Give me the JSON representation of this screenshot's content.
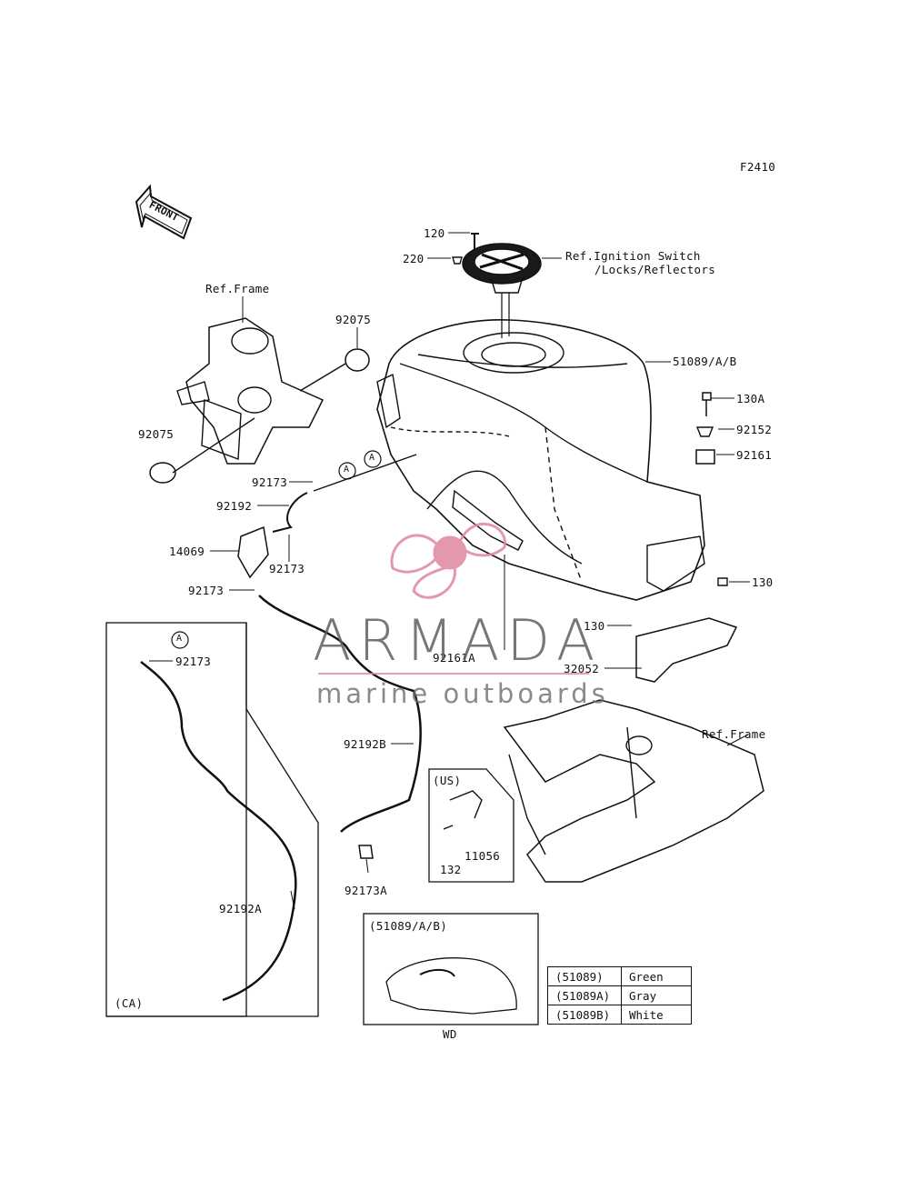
{
  "figure_code": "F2410",
  "front_label": "FRONT",
  "callouts": {
    "c120": "120",
    "c220": "220",
    "ignition_ref_1": "Ref.Ignition Switch",
    "ignition_ref_2": "/Locks/Reflectors",
    "frame_ref_top": "Ref.Frame",
    "frame_ref_right": "Ref.Frame",
    "c92075_top": "92075",
    "c92075_left": "92075",
    "tank": "51089/A/B",
    "c130A": "130A",
    "c92152": "92152",
    "c92161": "92161",
    "c130_right": "130",
    "c130_mid": "130",
    "c32052": "32052",
    "c92161A": "92161A",
    "c92173_a": "92173",
    "c92192": "92192",
    "c14069": "14069",
    "c92173_b": "92173",
    "c92173_c": "92173",
    "c92173_ca": "92173",
    "c92192B": "92192B",
    "c92173A": "92173A",
    "c92192A": "92192A",
    "c132": "132",
    "c11056": "11056",
    "marker_a": "A",
    "us": "(US)",
    "ca": "(CA)",
    "inset_title": "(51089/A/B)",
    "inset_model": "WD"
  },
  "color_table": [
    {
      "part": "(51089)",
      "color": "Green"
    },
    {
      "part": "(51089A)",
      "color": "Gray"
    },
    {
      "part": "(51089B)",
      "color": "White"
    }
  ],
  "watermark": {
    "brand": "ARMADA",
    "tagline": "marine outboards",
    "logo_color": "#e0879f"
  }
}
